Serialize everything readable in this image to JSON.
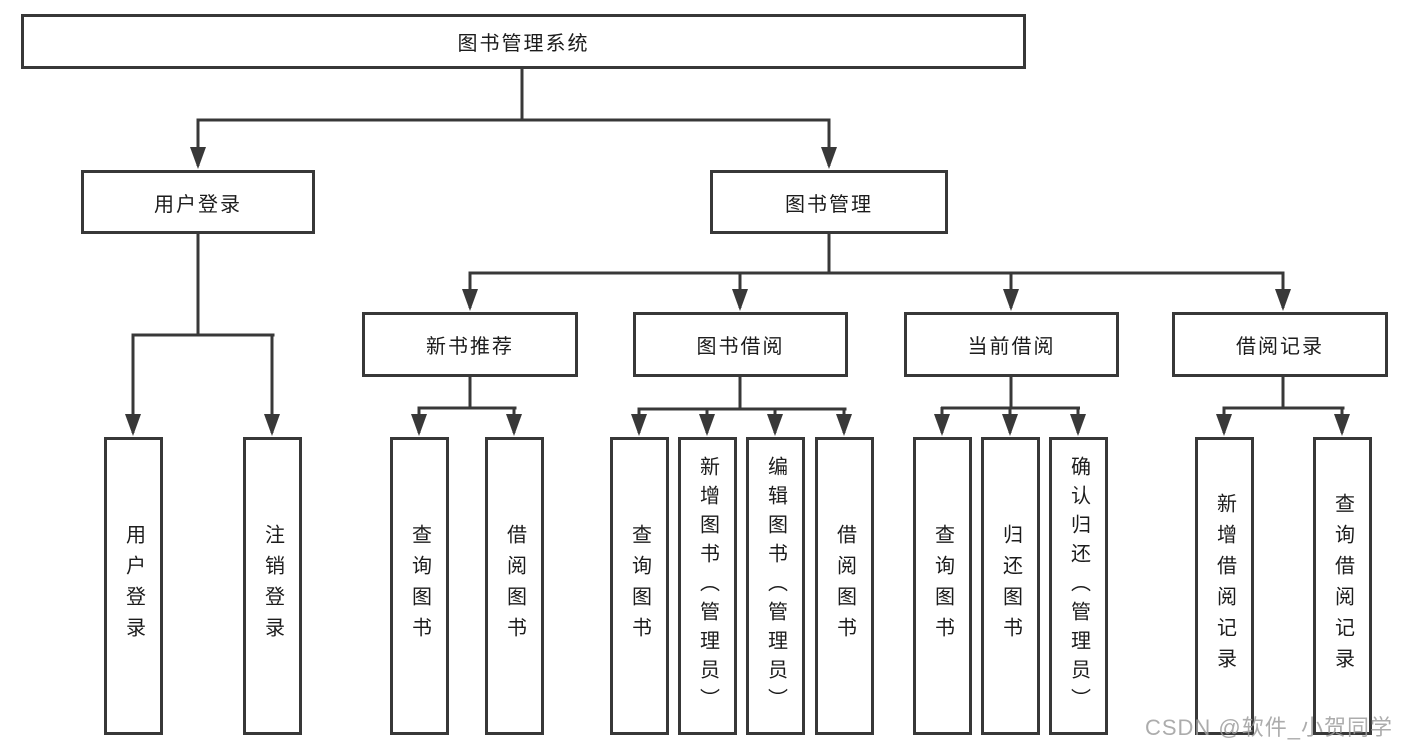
{
  "diagram_type": "tree",
  "colors": {
    "line": "#383838",
    "box_border": "#383838",
    "text": "#1c1c1c",
    "watermark": "#9e9e9e",
    "background": "#ffffff"
  },
  "nodes": {
    "root": {
      "label": "图书管理系统"
    },
    "level2": [
      {
        "label": "用户登录",
        "parent": "图书管理系统"
      },
      {
        "label": "图书管理",
        "parent": "图书管理系统"
      }
    ],
    "level3": [
      {
        "label": "新书推荐",
        "parent": "图书管理"
      },
      {
        "label": "图书借阅",
        "parent": "图书管理"
      },
      {
        "label": "当前借阅",
        "parent": "图书管理"
      },
      {
        "label": "借阅记录",
        "parent": "图书管理"
      }
    ],
    "leaves": [
      {
        "label": "用户登录",
        "parent": "用户登录"
      },
      {
        "label": "注销登录",
        "parent": "用户登录"
      },
      {
        "label": "查询图书",
        "parent": "新书推荐"
      },
      {
        "label": "借阅图书",
        "parent": "新书推荐"
      },
      {
        "label": "查询图书",
        "parent": "图书借阅"
      },
      {
        "label": "新增图书（管理员）",
        "parent": "图书借阅"
      },
      {
        "label": "编辑图书（管理员）",
        "parent": "图书借阅"
      },
      {
        "label": "借阅图书",
        "parent": "图书借阅"
      },
      {
        "label": "查询图书",
        "parent": "当前借阅"
      },
      {
        "label": "归还图书",
        "parent": "当前借阅"
      },
      {
        "label": "确认归还（管理员）",
        "parent": "当前借阅"
      },
      {
        "label": "新增借阅记录",
        "parent": "借阅记录"
      },
      {
        "label": "查询借阅记录",
        "parent": "借阅记录"
      }
    ]
  },
  "watermark": {
    "text": "CSDN @软件_小贺同学"
  }
}
